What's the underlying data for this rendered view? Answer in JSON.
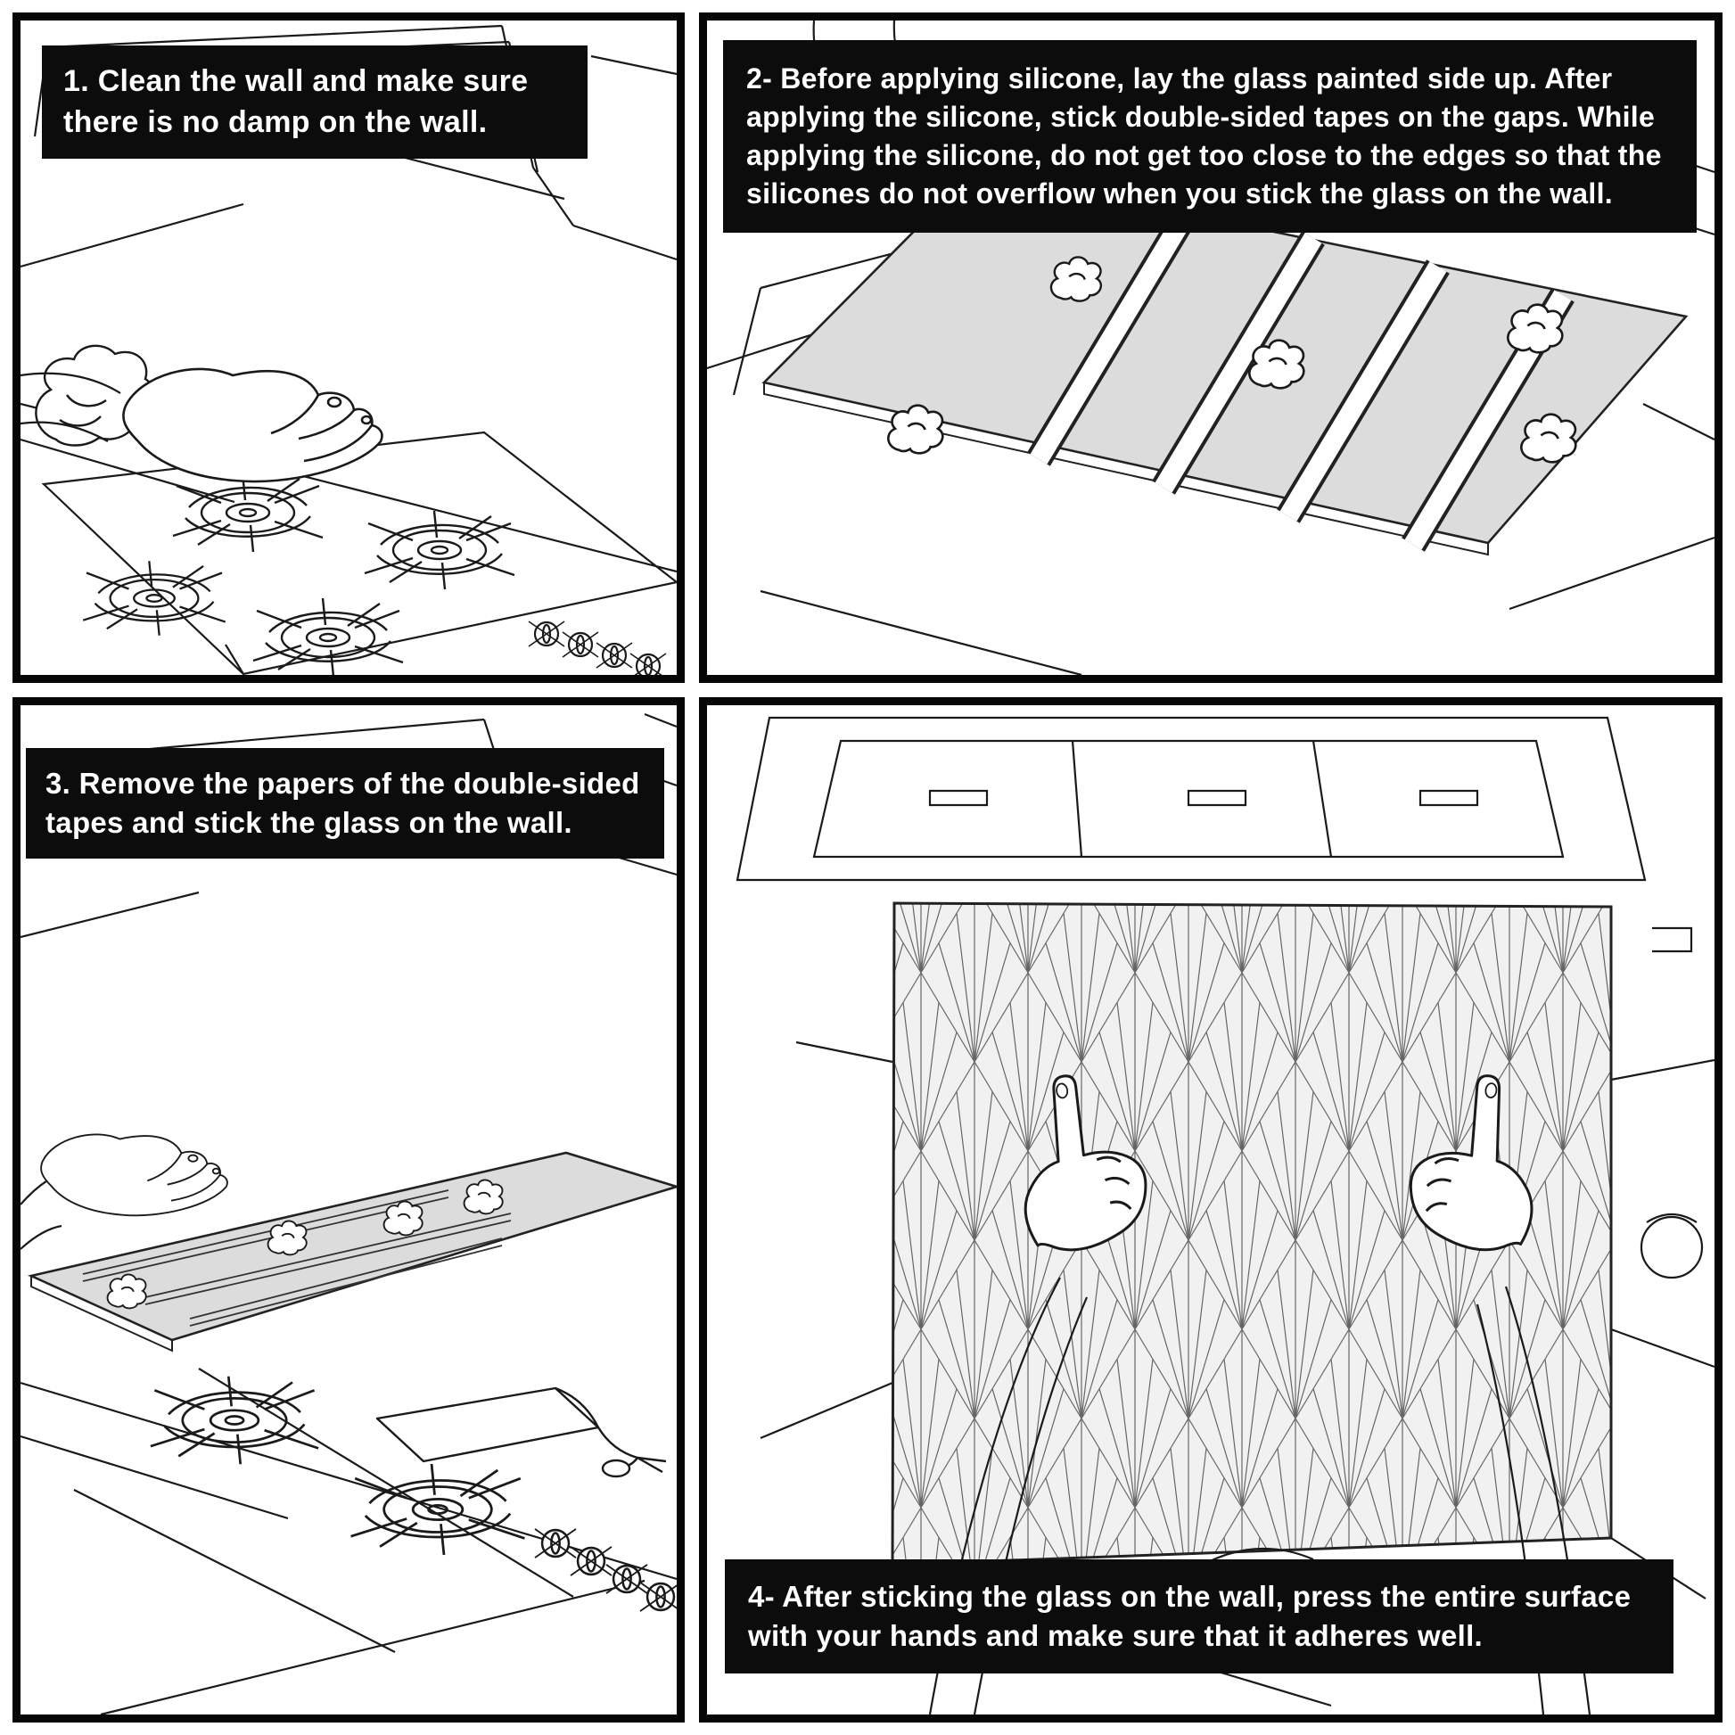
{
  "title": "Glass backsplash installation instructions",
  "panels": [
    {
      "step": 1,
      "caption": "1. Clean the wall and make sure there is no damp on the wall.",
      "illustration": "hand wiping cooktop wall with cloth"
    },
    {
      "step": 2,
      "caption": "2- Before applying silicone, lay the glass painted side up. After applying the silicone, stick double-sided tapes on the gaps. While applying the silicone, do not get too close to the edges so that the silicones do not overflow when you stick the glass on the wall.",
      "illustration": "hand applying silicone blobs and double-sided tape strips on glass panel"
    },
    {
      "step": 3,
      "caption": "3. Remove the papers of the double-sided tapes and stick the glass on the wall.",
      "illustration": "hands lifting glass panel over cooktop, peeling tape paper"
    },
    {
      "step": 4,
      "caption": "4- After sticking the glass on the wall, press the entire surface with your hands and make sure that it adheres well.",
      "illustration": "two hands pressing patterned glass panel on wall under range hood"
    }
  ],
  "colors": {
    "caption_bg": "#0c0c0c",
    "caption_text": "#ffffff",
    "line": "#1a1a1a",
    "glass_fill": "#dcdcdc",
    "pattern_line": "#666666"
  }
}
